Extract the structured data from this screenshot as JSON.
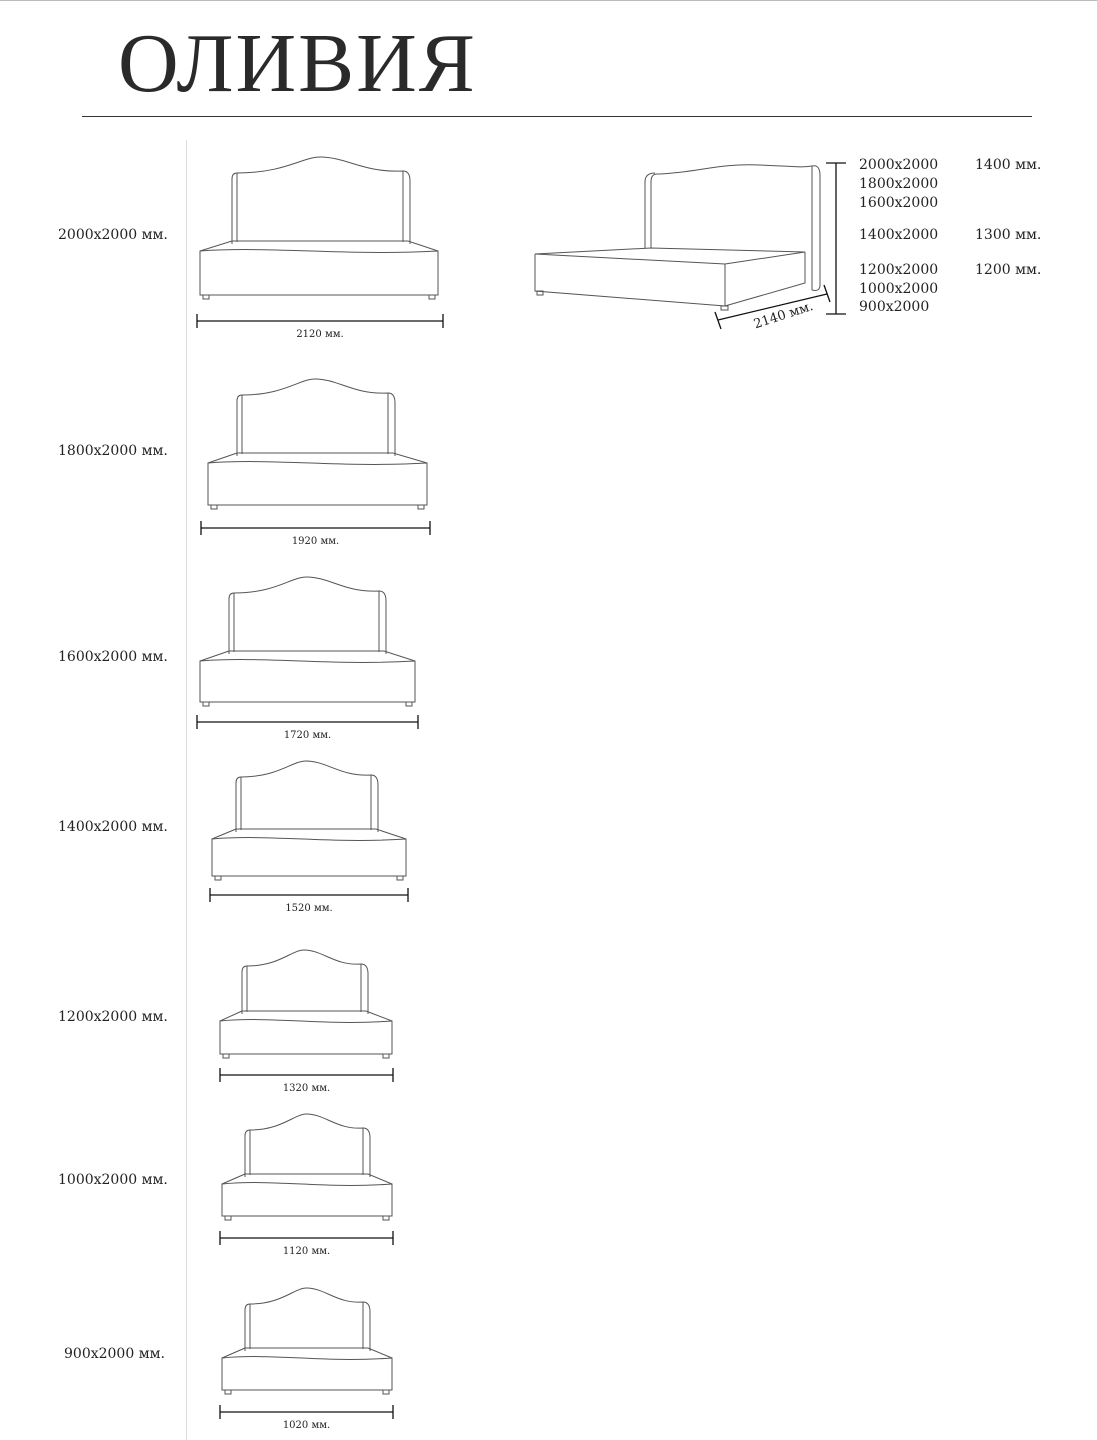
{
  "title": "ОЛИВИЯ",
  "beds": [
    {
      "size": "2000х2000 мм.",
      "width_label": "2120 мм."
    },
    {
      "size": "1800х2000 мм.",
      "width_label": "1920 мм."
    },
    {
      "size": "1600х2000 мм.",
      "width_label": "1720 мм."
    },
    {
      "size": "1400х2000 мм.",
      "width_label": "1520 мм."
    },
    {
      "size": "1200х2000 мм.",
      "width_label": "1320 мм."
    },
    {
      "size": "1000х2000 мм.",
      "width_label": "1120 мм."
    },
    {
      "size": "900х2000 мм.",
      "width_label": "1020 мм."
    }
  ],
  "perspective": {
    "length_label": "2140 мм.",
    "height_groups": [
      {
        "sizes": [
          "2000х2000",
          "1800х2000",
          "1600х2000"
        ],
        "height": "1400 мм."
      },
      {
        "sizes": [
          "1400х2000"
        ],
        "height": "1300 мм."
      },
      {
        "sizes": [
          "1200х2000",
          "1000х2000",
          "900х2000"
        ],
        "height": "1200 мм."
      }
    ]
  }
}
